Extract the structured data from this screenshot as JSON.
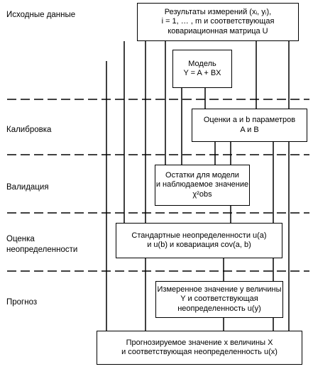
{
  "stages": {
    "initial_data": "Исходные данные",
    "calibration": "Калибровка",
    "validation": "Валидация",
    "uncertainty_line1": "Оценка",
    "uncertainty_line2": "неопределенности",
    "forecast": "Прогноз"
  },
  "boxes": {
    "measurements": {
      "line1": "Результаты измерений (xᵢ, yᵢ),",
      "line2": "i = 1, … , m и соответствующая",
      "line3": "ковариационная матрица U"
    },
    "model": {
      "line1": "Модель",
      "line2": "Y = A + BX"
    },
    "estimates": {
      "line1": "Оценки a и b параметров",
      "line2": "A и B"
    },
    "residuals": {
      "line1": "Остатки для модели",
      "line2": "и наблюдаемое значение",
      "line3": "χ²obs"
    },
    "std_uncertainty": {
      "line1": "Стандартные неопределенности u(a)",
      "line2": "и u(b) и ковариация cov(a, b)"
    },
    "measured_y": {
      "line1": "Измеренное значение y величины",
      "line2": "Y и соответствующая",
      "line3": "неопределенность u(y)"
    },
    "predicted_x": {
      "line1": "Прогнозируемое значение x величины X",
      "line2": "и соответствующая неопределенность u(x)"
    }
  }
}
